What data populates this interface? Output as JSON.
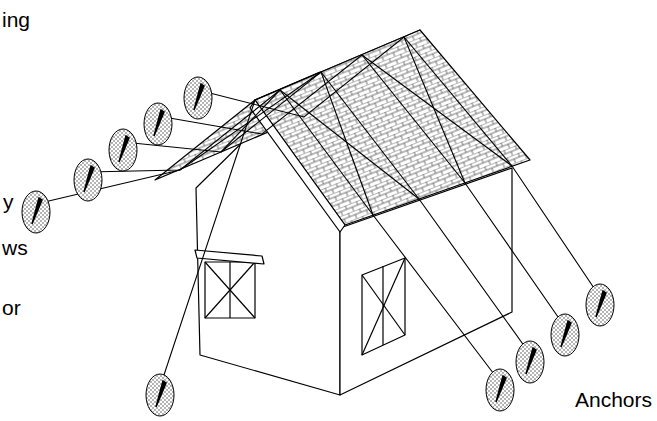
{
  "diagram": {
    "labels": [
      "ing",
      "y",
      "ws",
      "or",
      "Anchors"
    ]
  }
}
